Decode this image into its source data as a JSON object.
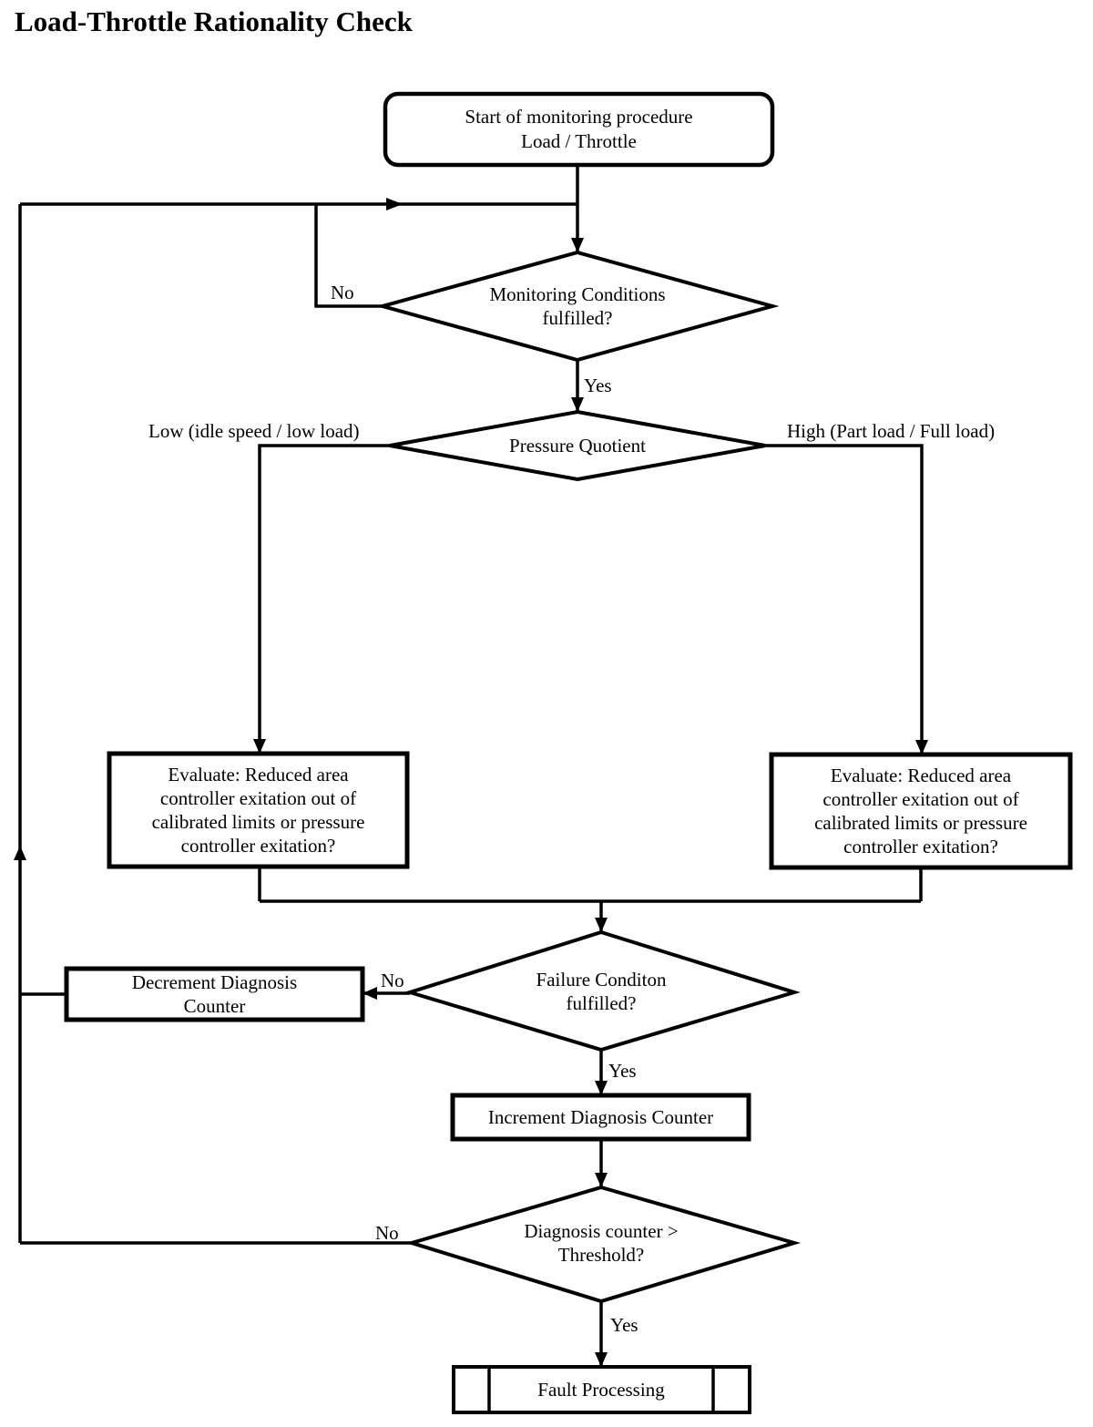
{
  "title": "Load-Throttle Rationality Check",
  "nodes": {
    "start": {
      "lines": [
        "Start of monitoring procedure",
        "Load / Throttle"
      ]
    },
    "monitoring_conditions": {
      "lines": [
        "Monitoring Conditions",
        "fulfilled?"
      ]
    },
    "pressure_quotient": {
      "lines": [
        "Pressure Quotient"
      ]
    },
    "evaluate_low": {
      "lines": [
        "Evaluate: Reduced area",
        "controller exitation out of",
        "calibrated limits or pressure",
        "controller exitation?"
      ]
    },
    "evaluate_high": {
      "lines": [
        "Evaluate: Reduced area",
        "controller exitation out of",
        "calibrated limits or pressure",
        "controller exitation?"
      ]
    },
    "failure_condition": {
      "lines": [
        "Failure Conditon",
        "fulfilled?"
      ]
    },
    "decrement_counter": {
      "lines": [
        "Decrement Diagnosis",
        "Counter"
      ]
    },
    "increment_counter": {
      "lines": [
        "Increment Diagnosis Counter"
      ]
    },
    "threshold_check": {
      "lines": [
        "Diagnosis counter >",
        "Threshold?"
      ]
    },
    "fault_processing": {
      "lines": [
        "Fault Processing"
      ]
    }
  },
  "edge_labels": {
    "monitoring_no": "No",
    "monitoring_yes": "Yes",
    "pressure_low": "Low (idle speed / low load)",
    "pressure_high": "High (Part load / Full load)",
    "failure_no": "No",
    "failure_yes": "Yes",
    "threshold_no": "No",
    "threshold_yes": "Yes"
  },
  "colors": {
    "line": "#000000",
    "background": "#ffffff",
    "text": "#000000"
  }
}
